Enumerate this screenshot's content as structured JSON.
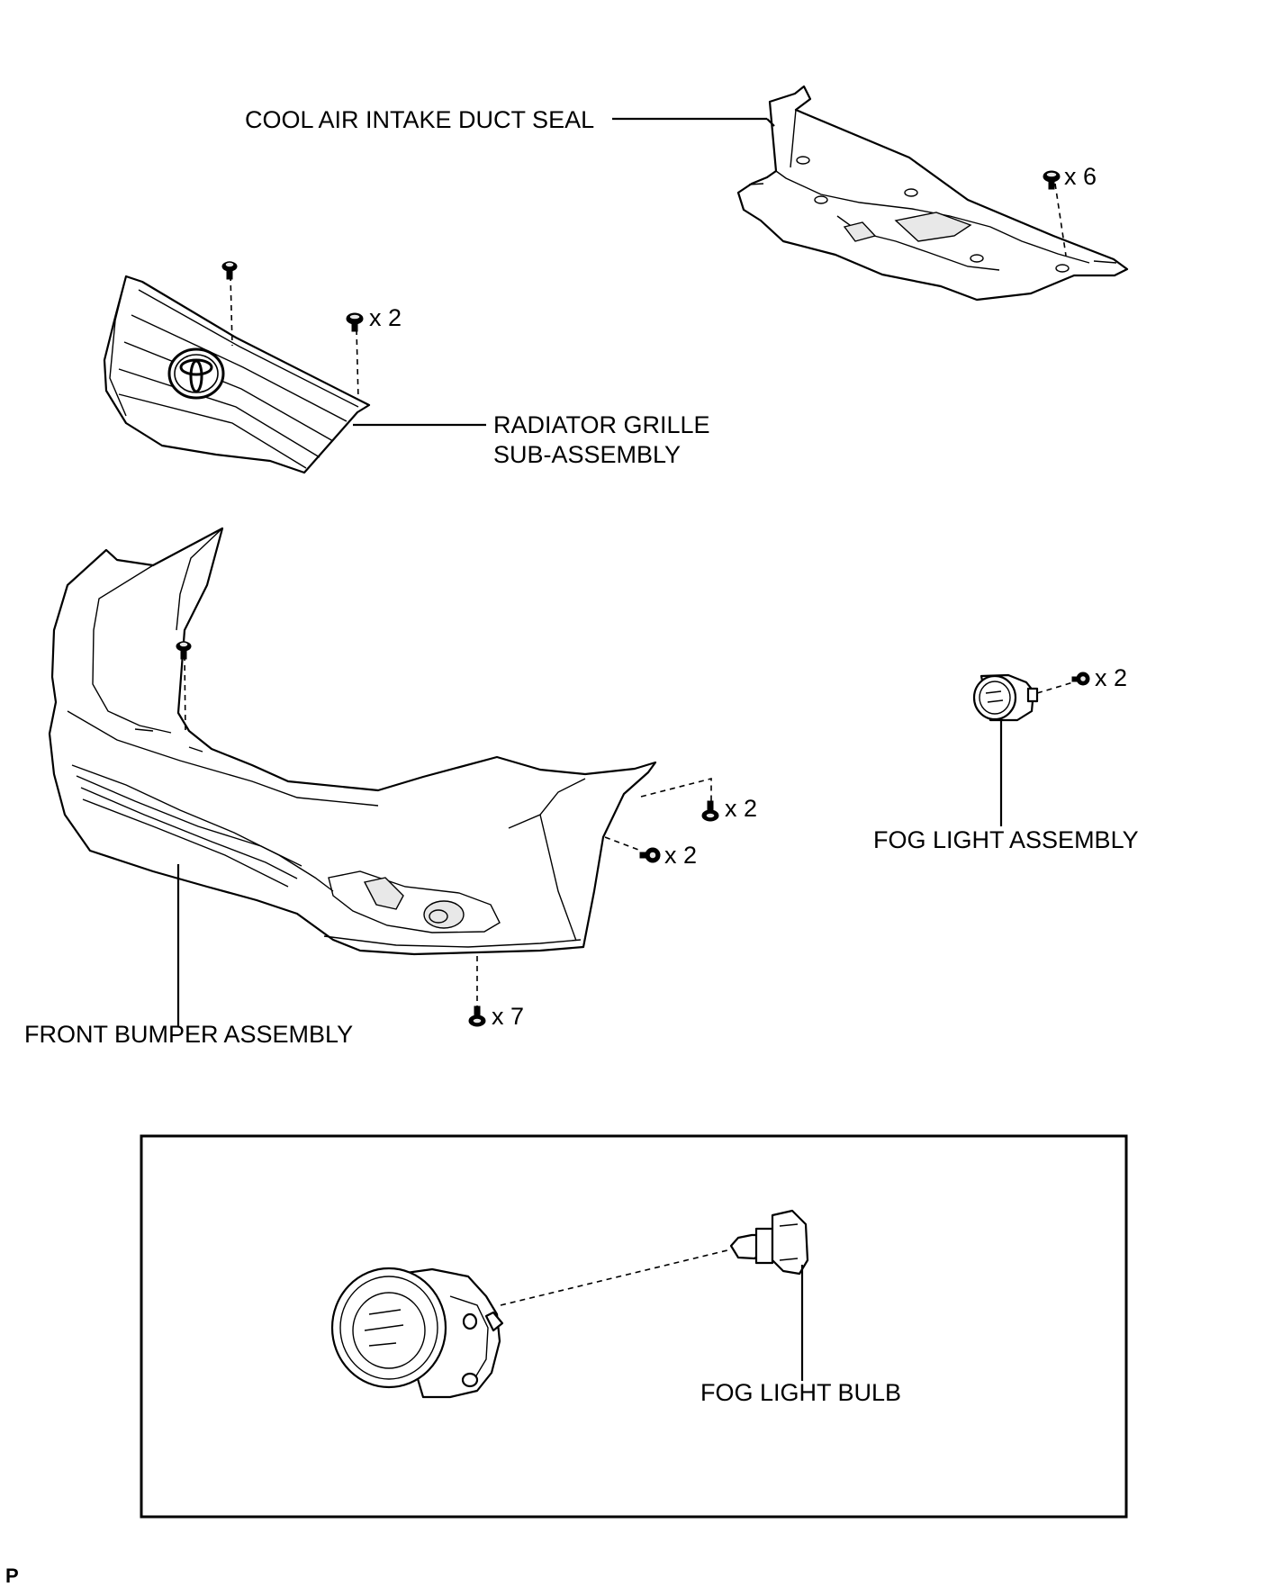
{
  "labels": {
    "cool_air_intake_duct_seal": "COOL AIR INTAKE DUCT SEAL",
    "radiator_grille_line1": "RADIATOR GRILLE",
    "radiator_grille_line2": "SUB-ASSEMBLY",
    "front_bumper_assembly": "FRONT BUMPER ASSEMBLY",
    "fog_light_assembly": "FOG LIGHT ASSEMBLY",
    "fog_light_bulb": "FOG LIGHT BULB",
    "corner_mark": "P"
  },
  "quantities": {
    "duct_seal_clips": "x 6",
    "grille_clips": "x 2",
    "bumper_side_clips": "x 2",
    "bumper_side_screws": "x 2",
    "bumper_bottom_clips": "x 7",
    "fog_light_screws": "x 2"
  },
  "icons": [
    "clip-icon",
    "screw-icon",
    "toyota-emblem-icon"
  ]
}
